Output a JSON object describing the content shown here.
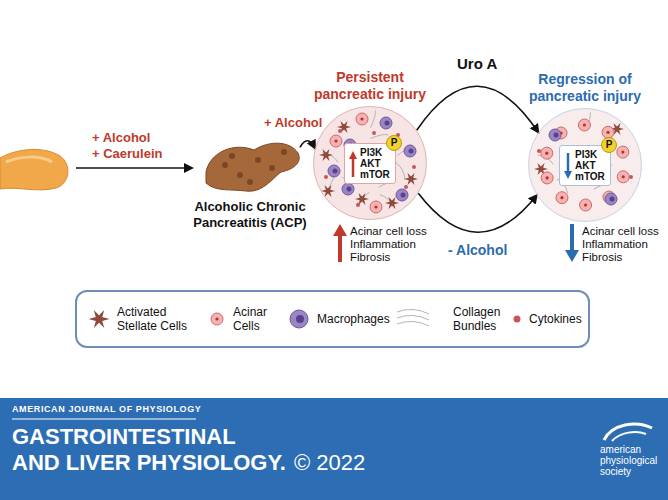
{
  "diagram": {
    "nodes": [
      {
        "text": [
          "Alcoholic Chronic Pancreatitis (ACP)"
        ]
      },
      {
        "text": [
          "Persistent pancreatic injury"
        ]
      },
      {
        "text": [
          "PI3K AKT mTOR"
        ],
        "in": 1
      },
      {
        "text": [
          "P"
        ],
        "in": 1
      },
      {
        "text": [
          "Regression of pancreatic injury"
        ]
      },
      {
        "text": [
          "PI3K AKT mTOR"
        ],
        "in": 4
      },
      {
        "text": [
          "P"
        ],
        "in": 4
      }
    ],
    "edges": [
      {
        "from": 0,
        "to": 1,
        "arrow": "to",
        "label": "+ Alcohol"
      },
      {
        "from": 1,
        "to": 4,
        "arrow": "to",
        "label": "Uro A"
      },
      {
        "from": 1,
        "to": 4,
        "arrow": "to",
        "label": "- Alcohol"
      }
    ],
    "labels": [
      "+ Alcohol",
      "+ Caerulein",
      "Acinar cell loss Inflammation Fibrosis",
      "Acinar cell loss Inflammation Fibrosis",
      "AMERICAN JOURNAL OF PHYSIOLOGY",
      "GASTROINTESTINAL",
      "AND LIVER PHYSIOLOGY.",
      "© 2022",
      "american physiological society"
    ],
    "legend": [
      {
        "text": "Activated Stellate Cells"
      },
      {
        "text": "Acinar Cells"
      },
      {
        "text": "Macrophages"
      },
      {
        "text": "Collagen Bundles"
      },
      {
        "text": "Cytokines"
      }
    ]
  }
}
